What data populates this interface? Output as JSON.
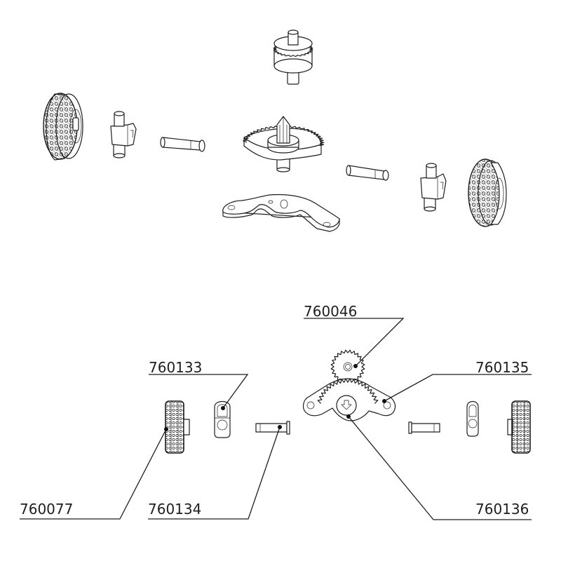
{
  "diagram": {
    "type": "exploded-parts-diagram",
    "colors": {
      "line": "#1e1e1e",
      "background": "#ffffff"
    },
    "isometric_view": {
      "parts": [
        "motor-pinion-gear",
        "left-wheel",
        "left-steering-knuckle",
        "left-axle-pin",
        "sector-gear-with-shaft",
        "steering-link-plate",
        "right-axle-pin",
        "right-steering-knuckle",
        "right-wheel"
      ]
    },
    "callouts": [
      {
        "id": "c1",
        "part_number": "760046",
        "refers_to": "pinion-gear"
      },
      {
        "id": "c2",
        "part_number": "760133",
        "refers_to": "steering-knuckle"
      },
      {
        "id": "c3",
        "part_number": "760135",
        "refers_to": "steering-link-plate"
      },
      {
        "id": "c4",
        "part_number": "760077",
        "refers_to": "wheel"
      },
      {
        "id": "c5",
        "part_number": "760134",
        "refers_to": "axle-pin"
      },
      {
        "id": "c6",
        "part_number": "760136",
        "refers_to": "sector-gear"
      }
    ]
  }
}
